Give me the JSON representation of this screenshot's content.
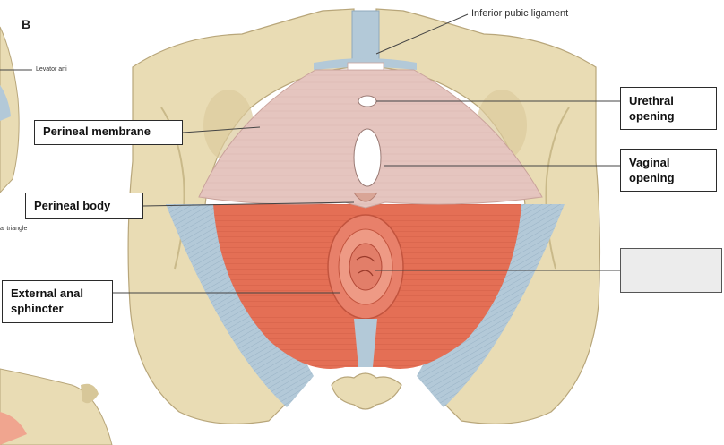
{
  "inset": {
    "panel_letter": "B",
    "label_levator": "Levator ani",
    "label_triangle": "al triangle"
  },
  "labels": {
    "inferior_pubic_ligament": "Inferior pubic ligament",
    "perineal_membrane": "Perineal membrane",
    "perineal_body": "Perineal body",
    "external_anal_sphincter_line1": "External anal",
    "external_anal_sphincter_line2": "sphincter",
    "urethral_opening_line1": "Urethral",
    "urethral_opening_line2": "opening",
    "vaginal_opening_line1": "Vaginal",
    "vaginal_opening_line2": "opening"
  },
  "colors": {
    "bone": "#e9dcb4",
    "bone_shadow": "#c9b989",
    "membrane": "#e5c5bf",
    "muscle": "#e46f55",
    "ligament": "#b3c9d8",
    "leader_line": "#444444"
  }
}
